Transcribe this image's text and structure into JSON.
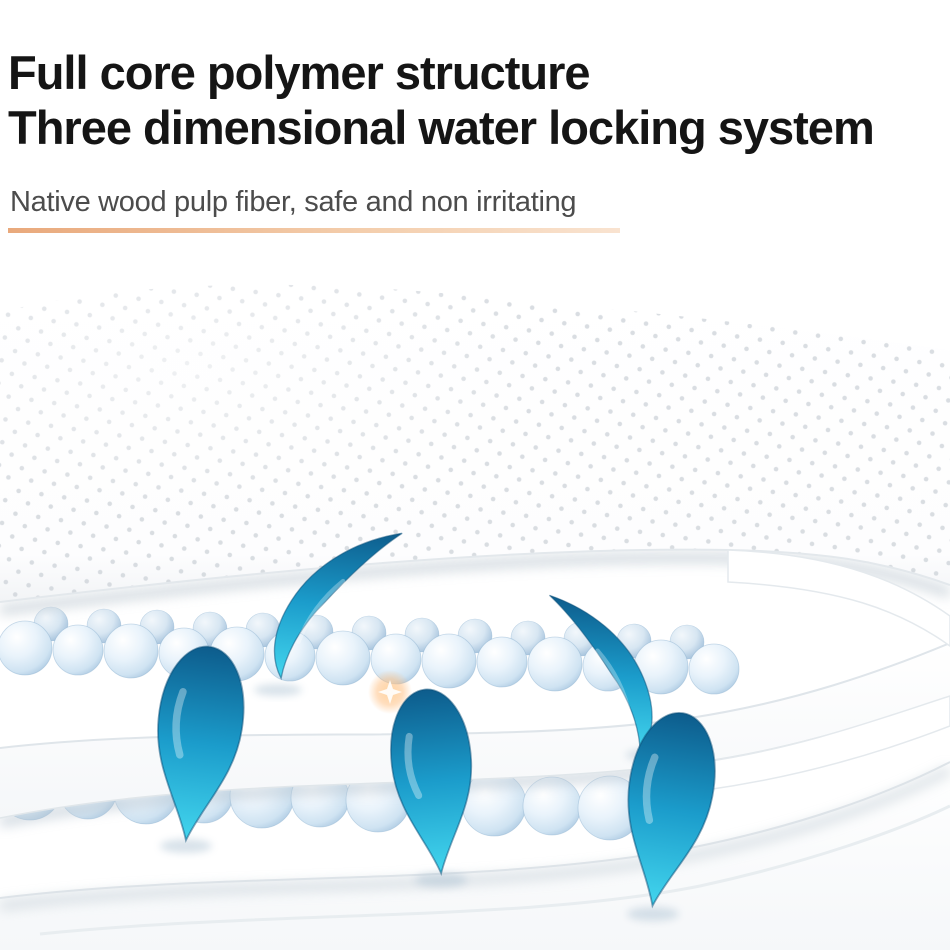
{
  "header": {
    "title_line1": "Full core polymer structure",
    "title_line2": "Three dimensional water locking system",
    "subtitle": "Native wood pulp fiber, safe and non irritating"
  },
  "colors": {
    "heading_text": "#151515",
    "subtitle_text": "#4c4c4c",
    "accent_underline": "#e9a97c",
    "droplet_dark": "#0d5c8c",
    "droplet_mid": "#1b9ccb",
    "droplet_light": "#43d6ee",
    "bead_base": "#a9c7e0",
    "sparkle_glow": "#ffb873"
  }
}
